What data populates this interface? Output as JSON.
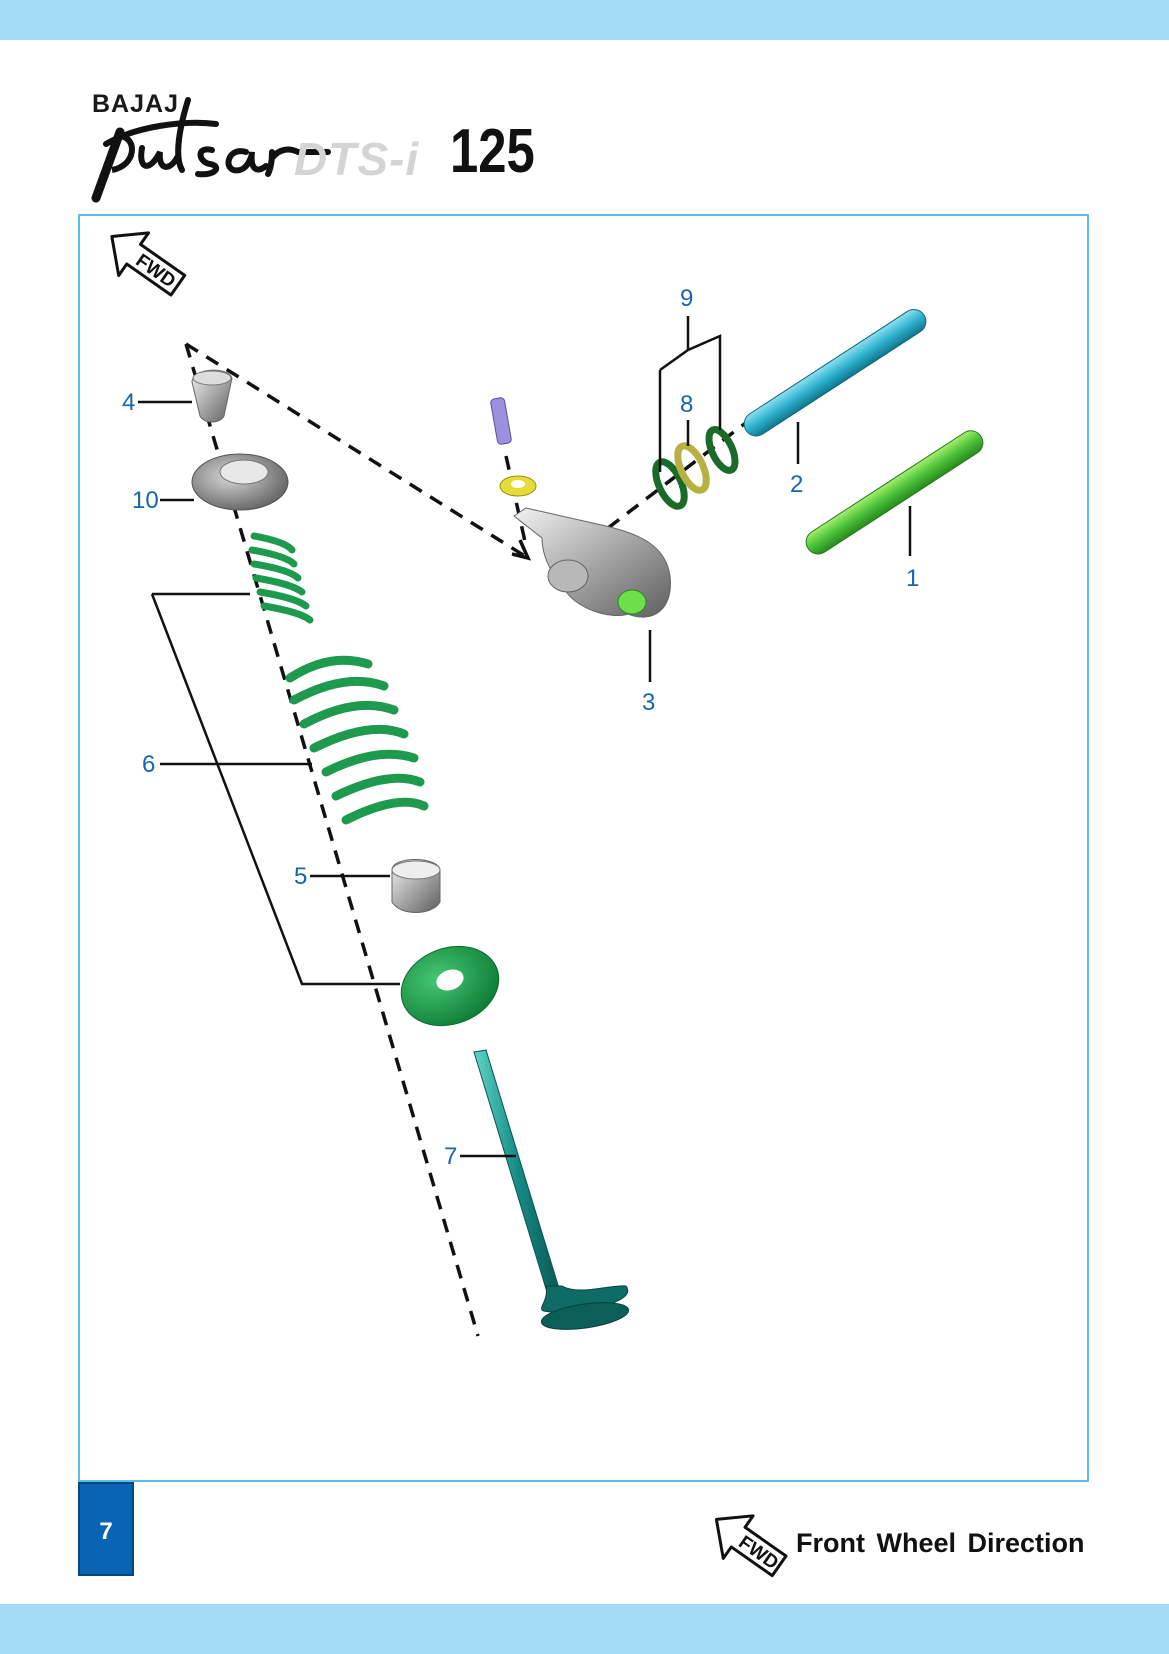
{
  "logo": {
    "brand": "BAJAJ",
    "model": "pulsar",
    "variant": "DTS-i",
    "number": "125"
  },
  "diagram": {
    "fwd_badge": "FWD",
    "callouts": [
      "1",
      "2",
      "3",
      "4",
      "5",
      "6",
      "7",
      "8",
      "9",
      "10"
    ]
  },
  "footer": {
    "page_number": "7",
    "fwd_badge": "FWD",
    "legend_text": "Front Wheel Direction"
  },
  "colors": {
    "band": "#a3daf6",
    "frame_border": "#5cbde9",
    "callout_text": "#1466b0",
    "page_box": "#0a64b4",
    "spring_green": "#1e9a4e",
    "shaft_cyan": "#2eb3cf",
    "shaft_green": "#4cc23a",
    "valve_teal": "#168a85"
  }
}
